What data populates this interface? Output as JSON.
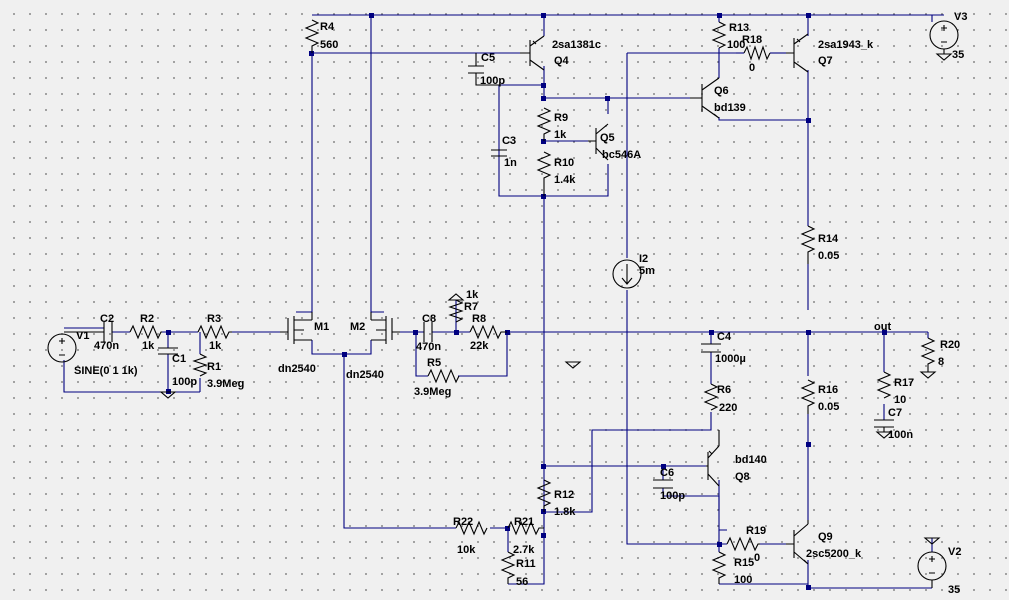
{
  "components": {
    "V1": {
      "name": "V1",
      "value": "SINE(0 1 1k)"
    },
    "V2": {
      "name": "V2",
      "value": "35"
    },
    "V3": {
      "name": "V3",
      "value": "35"
    },
    "C1": {
      "name": "C1",
      "value": "100p"
    },
    "C2": {
      "name": "C2",
      "value": "470n"
    },
    "C3": {
      "name": "C3",
      "value": "1n"
    },
    "C4": {
      "name": "C4",
      "value": "1000µ"
    },
    "C5": {
      "name": "C5",
      "value": "100p"
    },
    "C6": {
      "name": "C6",
      "value": "100p"
    },
    "C7": {
      "name": "C7",
      "value": "100n"
    },
    "C8": {
      "name": "C8",
      "value": "470n"
    },
    "R1": {
      "name": "R1",
      "value": "3.9Meg"
    },
    "R2": {
      "name": "R2",
      "value": "1k"
    },
    "R3": {
      "name": "R3",
      "value": "1k"
    },
    "R4": {
      "name": "R4",
      "value": "560"
    },
    "R5": {
      "name": "R5",
      "value": "3.9Meg"
    },
    "R6": {
      "name": "R6",
      "value": "220"
    },
    "R7": {
      "name": "R7",
      "value": "1k"
    },
    "R8": {
      "name": "R8",
      "value": "22k"
    },
    "R9": {
      "name": "R9",
      "value": "1k"
    },
    "R10": {
      "name": "R10",
      "value": "1.4k"
    },
    "R11": {
      "name": "R11",
      "value": "56"
    },
    "R12": {
      "name": "R12",
      "value": "1.8k"
    },
    "R13": {
      "name": "R13",
      "value": "100"
    },
    "R14": {
      "name": "R14",
      "value": "0.05"
    },
    "R15": {
      "name": "R15",
      "value": "100"
    },
    "R16": {
      "name": "R16",
      "value": "0.05"
    },
    "R17": {
      "name": "R17",
      "value": "10"
    },
    "R18": {
      "name": "R18",
      "value": "0"
    },
    "R19": {
      "name": "R19",
      "value": "0"
    },
    "R20": {
      "name": "R20",
      "value": "8"
    },
    "R21": {
      "name": "R21",
      "value": "2.7k"
    },
    "R22": {
      "name": "R22",
      "value": "10k"
    },
    "I2": {
      "name": "I2",
      "value": "5m"
    },
    "M1": {
      "name": "M1",
      "value": "dn2540"
    },
    "M2": {
      "name": "M2",
      "value": "dn2540"
    },
    "Q4": {
      "name": "Q4",
      "value": "2sa1381c"
    },
    "Q5": {
      "name": "Q5",
      "value": "bc546A"
    },
    "Q6": {
      "name": "Q6",
      "value": "bd139"
    },
    "Q7": {
      "name": "Q7",
      "value": "2sa1943_k"
    },
    "Q8": {
      "name": "Q8",
      "value": "bd140"
    },
    "Q9": {
      "name": "Q9",
      "value": "2sc5200_k"
    }
  },
  "net_labels": {
    "out": "out"
  }
}
